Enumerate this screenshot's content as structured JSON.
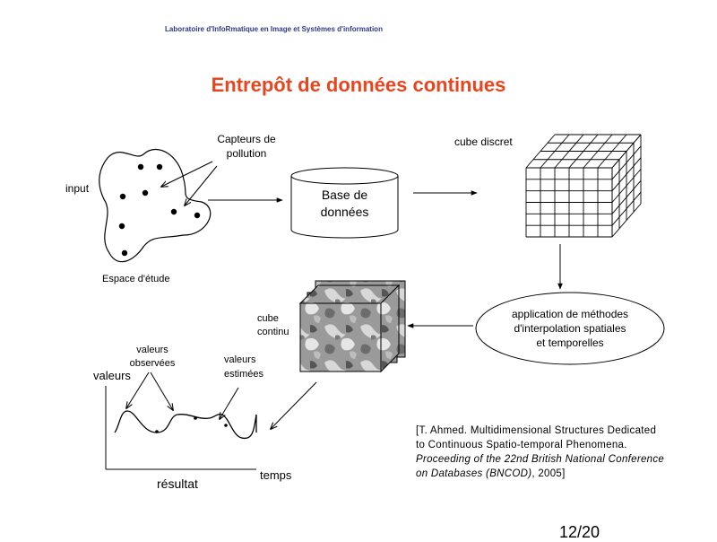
{
  "header": {
    "lab": "Laboratoire d'InfoRmatique en Image et Systèmes d'information"
  },
  "title": "Entrepôt de données continues",
  "diagram": {
    "input_label": "input",
    "sensors_label": [
      "Capteurs de",
      "pollution"
    ],
    "study_area_label": "Espace d'étude",
    "database_label": [
      "Base de",
      "données"
    ],
    "discrete_cube_label": "cube discret",
    "interpolation_label": [
      "application de méthodes",
      "d'interpolation spatiales",
      "et temporelles"
    ],
    "continuous_cube_label": [
      "cube",
      "continu"
    ],
    "observed_label": [
      "valeurs",
      "observées"
    ],
    "estimated_label": [
      "valeurs",
      "estimées"
    ],
    "y_axis_label": "valeurs",
    "x_axis_label": "temps",
    "result_label": "résultat"
  },
  "citation": {
    "line1": "[T. Ahmed. Multidimensional Structures Dedicated",
    "line2": "to Continuous Spatio-temporal Phenomena.",
    "line3": "Proceeding of the 22nd British National Conference",
    "line4_italic": "on Databases (BNCOD)",
    "line4_rest": ", 2005]"
  },
  "page_number": "12/20",
  "colors": {
    "title": "#e8451f",
    "header": "#2a3a8c"
  }
}
